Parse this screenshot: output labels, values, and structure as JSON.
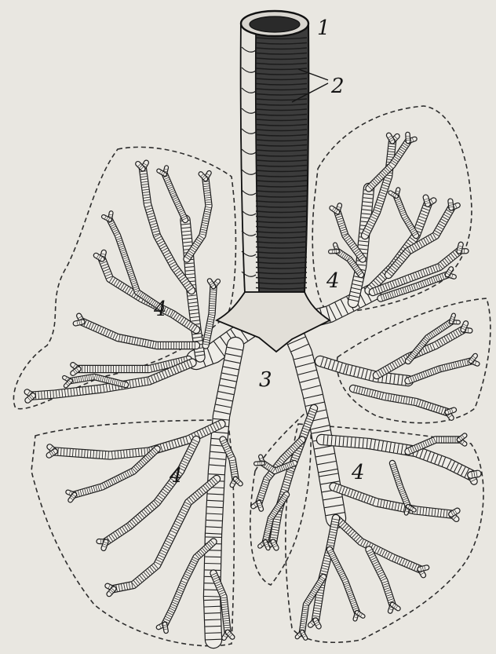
{
  "labels": {
    "trachea": "1",
    "cartilage_rings": "2",
    "bifurcation": "3",
    "lobe_right_upper": "4",
    "lobe_right_lower": "4",
    "lobe_left_upper": "4",
    "lobe_left_lower": "4"
  },
  "colors": {
    "paper": "#e9e7e1",
    "ink": "#1e1e1e"
  }
}
